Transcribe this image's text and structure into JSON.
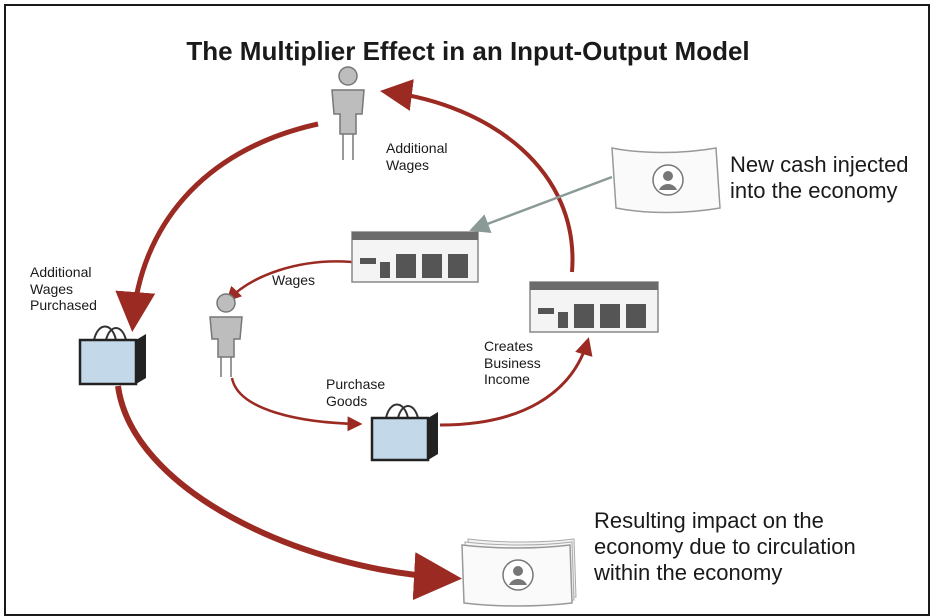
{
  "title": "The Multiplier Effect in an Input-Output Model",
  "labels": {
    "additional_wages_top": "Additional\nWages",
    "new_cash": "New cash injected\ninto the economy",
    "additional_wages_purchased": "Additional\nWages\nPurchased",
    "wages": "Wages",
    "creates_business_income": "Creates\nBusiness\nIncome",
    "purchase_goods": "Purchase\nGoods",
    "resulting_impact": "Resulting impact on the\neconomy due to circulation\nwithin the economy"
  },
  "colors": {
    "arrow_red": "#9b2a22",
    "arrow_gray": "#8a9a96",
    "person_gray": "#bdbdbd",
    "bag_blue": "#c3d8e8",
    "text": "#1a1a1a"
  },
  "icons": [
    "person-icon",
    "store-icon",
    "shopping-bag-icon",
    "cash-bill-icon"
  ]
}
